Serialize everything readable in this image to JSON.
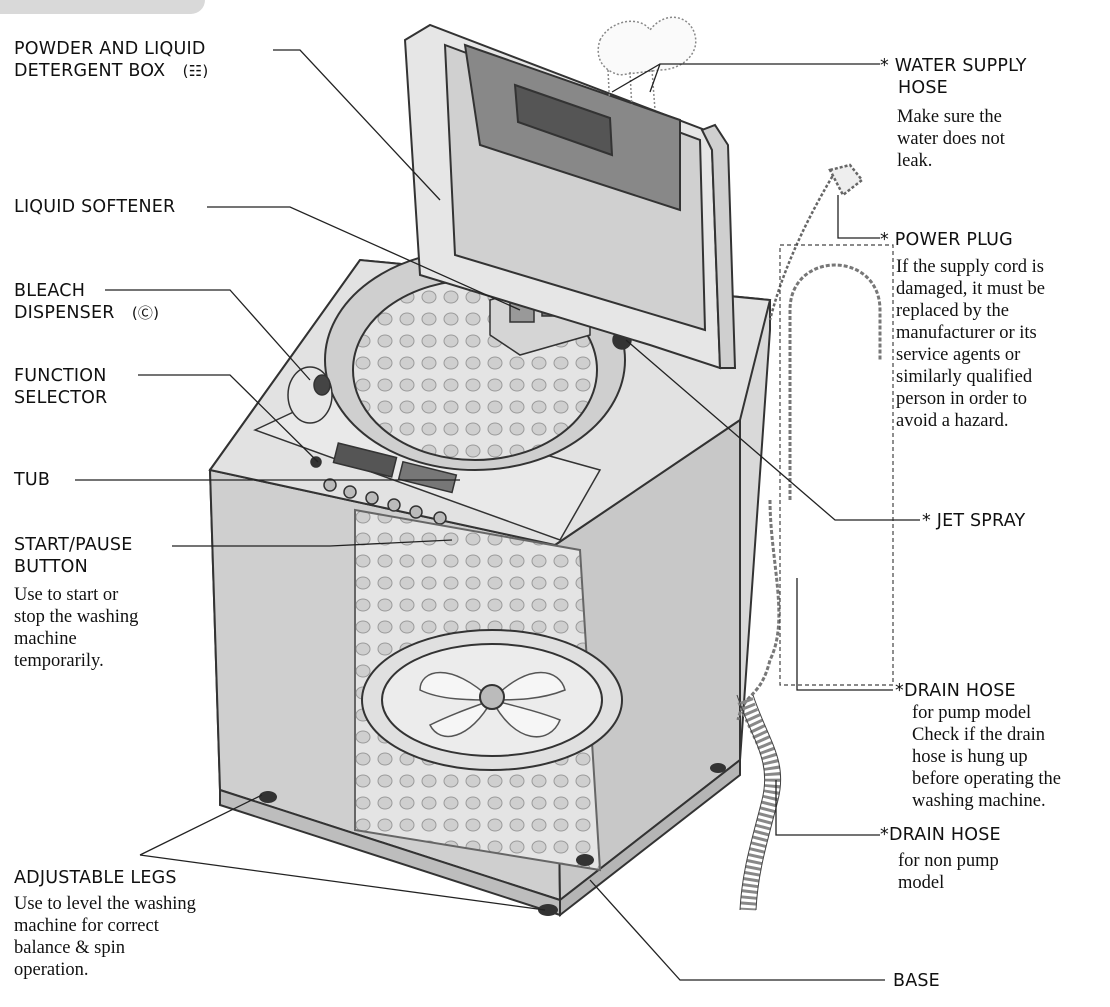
{
  "labels": {
    "detergent_box": {
      "line1": "POWDER AND LIQUID",
      "line2": "DETERGENT BOX",
      "symbol": "(☷)"
    },
    "softener": {
      "text": "LIQUID SOFTENER"
    },
    "bleach": {
      "line1": "BLEACH",
      "line2": "DISPENSER",
      "symbol": "(Ⓒ)"
    },
    "function_selector": {
      "line1": "FUNCTION",
      "line2": "SELECTOR"
    },
    "tub": {
      "text": "TUB"
    },
    "start_pause": {
      "line1": "START/PAUSE",
      "line2": "BUTTON",
      "desc": [
        "Use to start or",
        "stop the washing",
        "machine",
        "temporarily."
      ]
    },
    "adjustable_legs": {
      "text": "ADJUSTABLE LEGS",
      "desc": [
        "Use to level the washing",
        "machine for correct",
        "balance & spin",
        "operation."
      ]
    },
    "water_supply": {
      "line1": "* WATER SUPPLY",
      "line2": "HOSE",
      "desc": [
        "Make sure the",
        "water does not",
        "leak."
      ]
    },
    "power_plug": {
      "text": "* POWER PLUG",
      "desc": [
        "If the supply cord is",
        "damaged, it must be",
        "replaced by the",
        "manufacturer or its",
        "service agents or",
        "similarly qualified",
        "person in order to",
        "avoid a hazard."
      ]
    },
    "jet_spray": {
      "text": "* JET SPRAY"
    },
    "drain_hose_pump": {
      "line1": "*DRAIN HOSE",
      "line2": "for pump model",
      "desc": [
        "Check if the drain",
        "hose is hung up",
        "before operating the",
        "washing machine."
      ]
    },
    "drain_hose_nonpump": {
      "line1": "*DRAIN HOSE",
      "line2": "for non pump",
      "line3": "model"
    },
    "base": {
      "text": "BASE"
    }
  }
}
